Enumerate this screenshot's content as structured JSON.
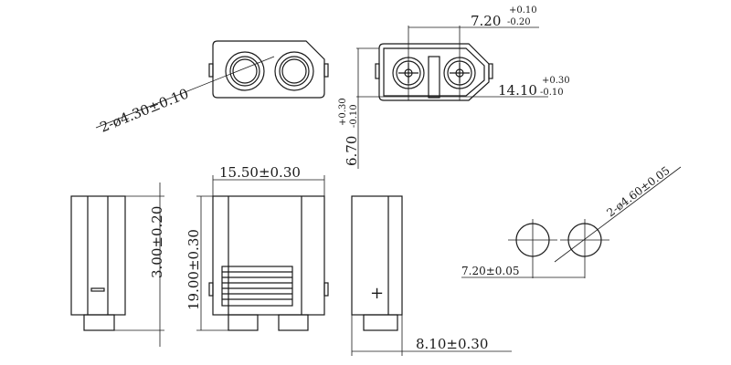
{
  "title": "Connector dimension drawing",
  "dimensions": {
    "hole_top": "2-ø4.30±0.10",
    "pin_pitch_main": "7.20",
    "pin_pitch_plus": "+0.10",
    "pin_pitch_minus": "-0.20",
    "width_main": "14.10",
    "width_plus": "+0.30",
    "width_minus": "-0.10",
    "height_main": "6.70",
    "height_plus": "+0.30",
    "height_minus": "-0.10",
    "body_width": "15.50±0.30",
    "pin_length": "3.00±0.20",
    "body_height": "19.00±0.30",
    "depth": "8.10±0.30",
    "pcb_hole": "2-ø4.60±0.05",
    "pcb_pitch": "7.20±0.05"
  },
  "symbols": {
    "polarity": "+"
  }
}
